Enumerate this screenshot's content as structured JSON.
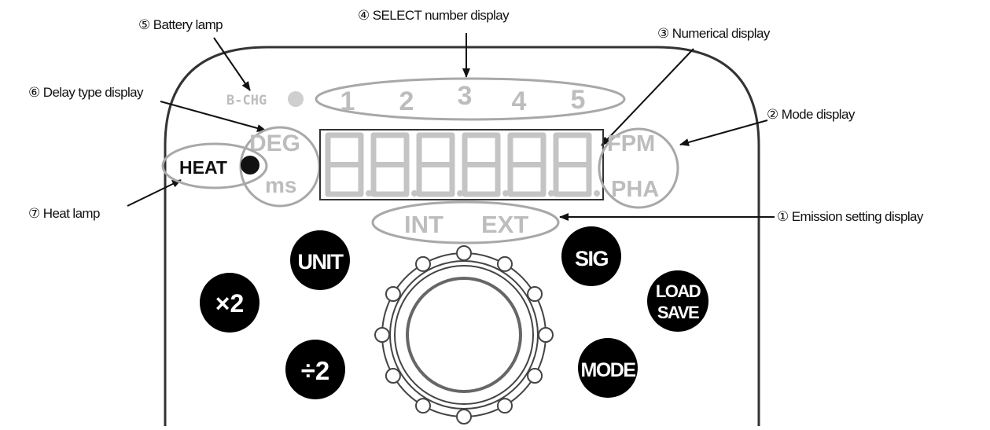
{
  "callouts": {
    "c1": "① Emission setting display",
    "c2": "② Mode display",
    "c3": "③ Numerical display",
    "c4": "④ SELECT number display",
    "c5": "⑤ Battery lamp",
    "c6": "⑥ Delay type display",
    "c7": "⑦ Heat lamp"
  },
  "panel": {
    "battery_label": "B-CHG",
    "select_numbers": [
      "1",
      "2",
      "3",
      "4",
      "5"
    ],
    "delay_types": [
      "DEG",
      "ms"
    ],
    "heat_label": "HEAT",
    "modes": [
      "FPM",
      "PHA"
    ],
    "emission": [
      "INT",
      "EXT"
    ],
    "segment_digits": [
      "8",
      "8",
      "8",
      "8",
      "8",
      "8"
    ]
  },
  "buttons": {
    "unit": "UNIT",
    "times2": "×2",
    "div2": "÷2",
    "sig": "SIG",
    "load": "LOAD",
    "save": "SAVE",
    "mode": "MODE"
  },
  "colors": {
    "outline": "#333333",
    "inactive_text": "#bdbdbd",
    "button_fill": "#000000",
    "annotation_ring": "#a8a8a8"
  }
}
